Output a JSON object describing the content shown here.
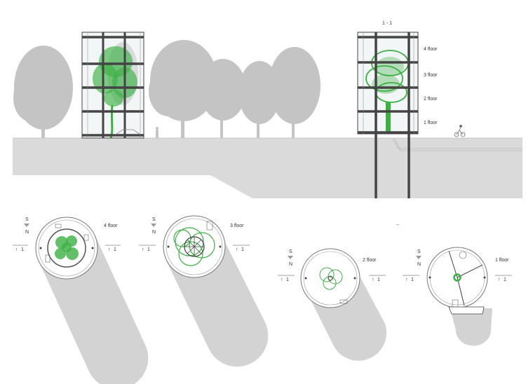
{
  "section": {
    "title": "1 - 1",
    "floor_labels": [
      "4 floor",
      "3 floor",
      "2 floor",
      "1 floor"
    ]
  },
  "plans": [
    {
      "id": "plan-4",
      "label": "4 floor",
      "compass_s": "S",
      "compass_n": "N",
      "section_mark": "1"
    },
    {
      "id": "plan-3",
      "label": "3 floor",
      "compass_s": "S",
      "compass_n": "N",
      "section_mark": "1"
    },
    {
      "id": "plan-2",
      "label": "2 floor",
      "compass_s": "S",
      "compass_n": "N",
      "section_mark": "1"
    },
    {
      "id": "plan-1",
      "label": "1 floor",
      "compass_s": "S",
      "compass_n": "N",
      "section_mark": "1"
    }
  ],
  "colors": {
    "ground": "#dadada",
    "tree_grey": "#c4c4c4",
    "tree_green": "#3cb043",
    "frame": "#444444",
    "shadow": "#d3d3d3"
  }
}
